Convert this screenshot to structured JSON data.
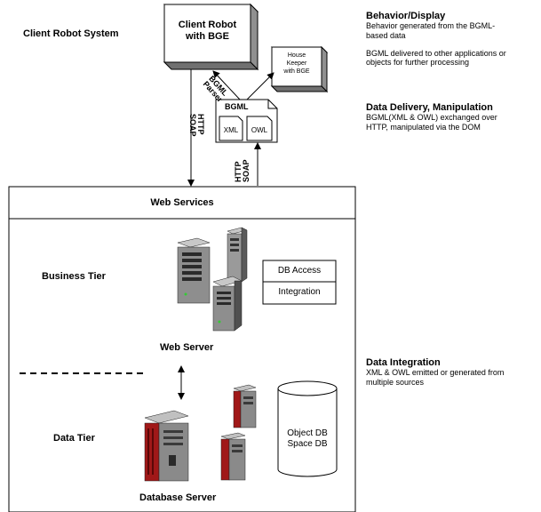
{
  "system": {
    "label": "Client Robot System"
  },
  "client_robot": {
    "line1": "Client Robot",
    "line2": "with BGE"
  },
  "house_keeper": {
    "line1": "House",
    "line2": "Keeper",
    "line3": "with BGE"
  },
  "bgml_doc": {
    "title": "BGML",
    "xml": "XML",
    "owl": "OWL"
  },
  "arrow_labels": {
    "bgml_parser_1": "BGML",
    "bgml_parser_2": "Parser",
    "http_left": "HTTP",
    "soap_left": "SOAP",
    "http_right": "HTTP",
    "soap_right": "SOAP"
  },
  "web_services": {
    "title": "Web Services"
  },
  "tiers": {
    "business": "Business Tier",
    "data": "Data Tier"
  },
  "functions": {
    "db_access": "DB Access",
    "integration": "Integration"
  },
  "servers": {
    "web": "Web Server",
    "database": "Database Server"
  },
  "db_cylinder": {
    "line1": "Object DB",
    "line2": "Space DB"
  },
  "descriptions": {
    "behavior_title": "Behavior/Display",
    "behavior_text1": "Behavior generated from the BGML-",
    "behavior_text2": "based data",
    "behavior_text3": "BGML delivered  to other applications or",
    "behavior_text4": "objects for further processing",
    "delivery_title": "Data Delivery, Manipulation",
    "delivery_text1": "BGML(XML & OWL) exchanged over",
    "delivery_text2": "HTTP, manipulated via the DOM",
    "integration_title": "Data Integration",
    "integration_text1": "XML & OWL emitted or generated from",
    "integration_text2": "multiple sources"
  },
  "colors": {
    "box_shadow": "#808080",
    "box_side": "#a0a0a0",
    "server_gray": "#8a8a8a",
    "server_dark": "#3a3a3a",
    "db_red": "#a01818"
  }
}
